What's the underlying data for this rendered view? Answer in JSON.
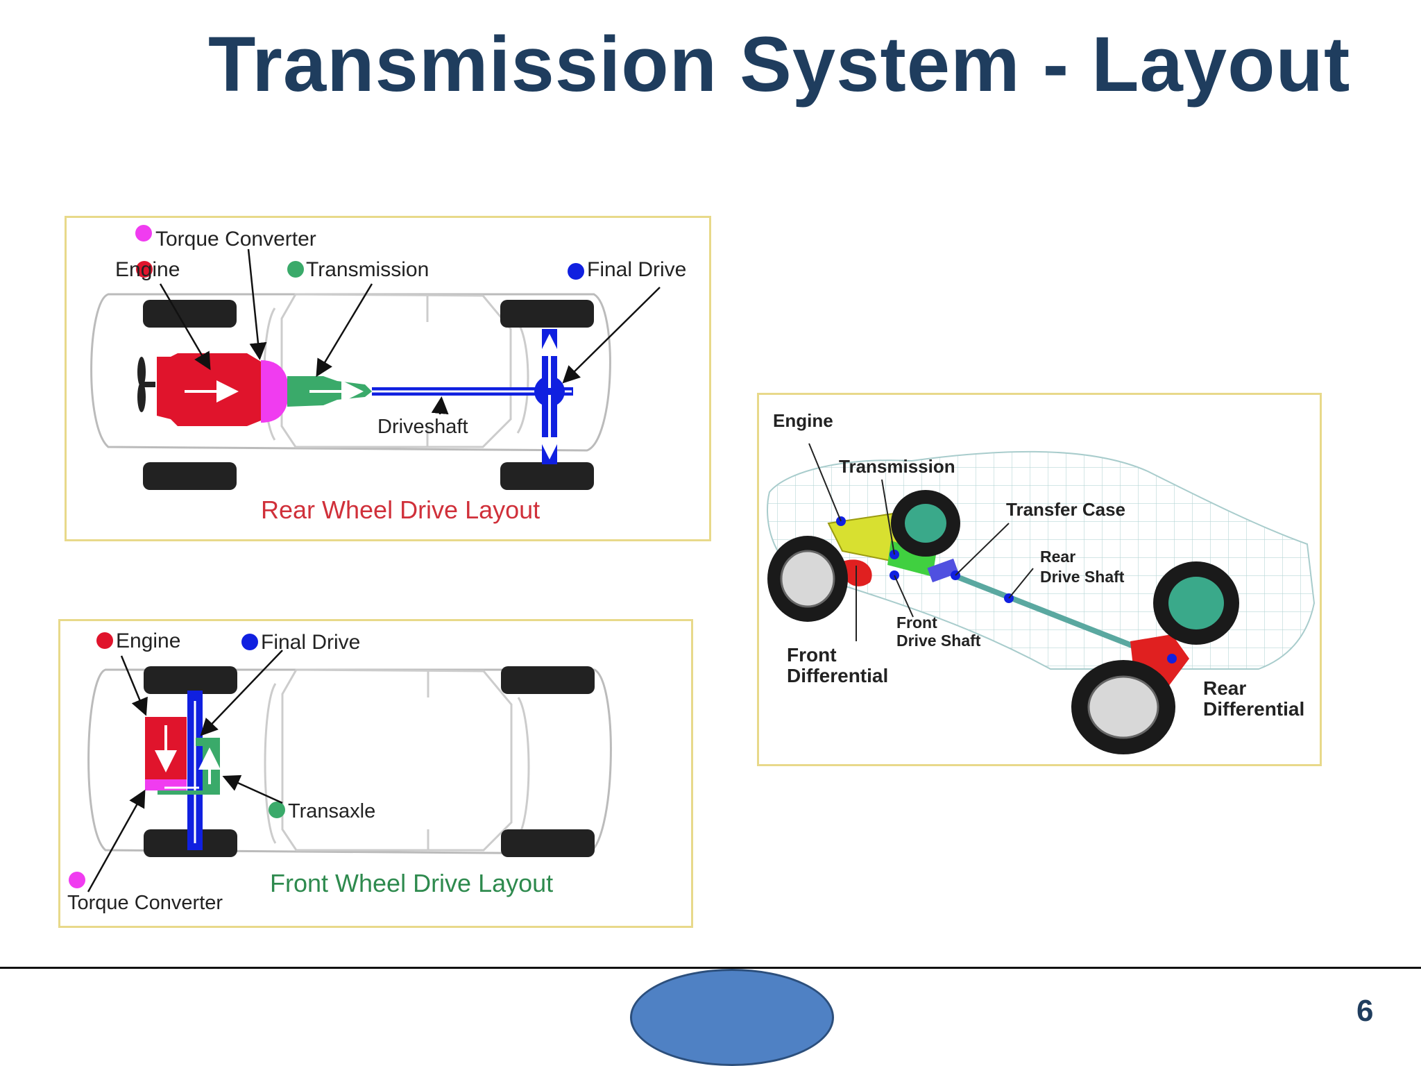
{
  "slide": {
    "title": "Transmission System - Layout",
    "page_number": "6"
  },
  "rwd": {
    "caption": "Rear Wheel Drive Layout",
    "labels": {
      "torque_converter": "Torque Converter",
      "engine": "Engine",
      "transmission": "Transmission",
      "final_drive": "Final Drive",
      "driveshaft": "Driveshaft"
    }
  },
  "fwd": {
    "caption": "Front Wheel Drive Layout",
    "labels": {
      "engine": "Engine",
      "final_drive": "Final Drive",
      "transaxle": "Transaxle",
      "torque_converter": "Torque Converter"
    }
  },
  "awd": {
    "labels": {
      "engine": "Engine",
      "transmission": "Transmission",
      "transfer_case": "Transfer Case",
      "rear_drive_shaft_1": "Rear",
      "rear_drive_shaft_2": "Drive Shaft",
      "front_drive_shaft_1": "Front",
      "front_drive_shaft_2": "Drive Shaft",
      "front_differential_1": "Front",
      "front_differential_2": "Differential",
      "rear_differential_1": "Rear",
      "rear_differential_2": "Differential"
    }
  },
  "colors": {
    "engine": "#e0142c",
    "torque_converter": "#f03cf0",
    "transmission": "#3aaa6a",
    "final_drive": "#1020e0",
    "title": "#1f3d5e",
    "rwd_caption": "#d0303a",
    "fwd_caption": "#2e8a4e"
  }
}
